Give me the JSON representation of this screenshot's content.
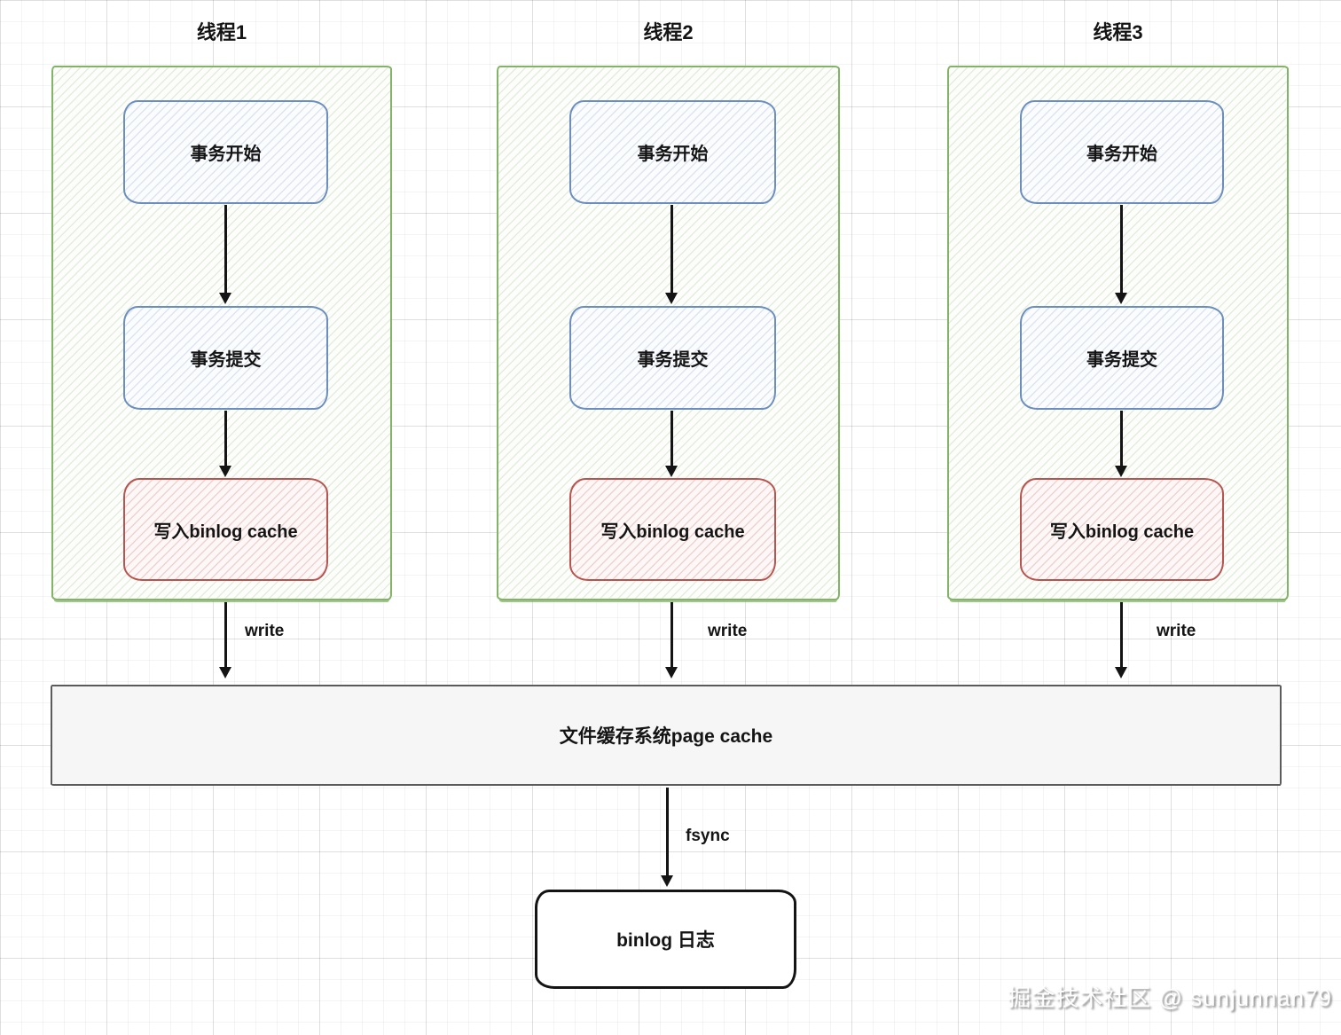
{
  "threads": [
    {
      "title": "线程1",
      "nodes": [
        {
          "label": "事务开始"
        },
        {
          "label": "事务提交"
        },
        {
          "label": "写入binlog cache"
        }
      ],
      "arrow_label": "write"
    },
    {
      "title": "线程2",
      "nodes": [
        {
          "label": "事务开始"
        },
        {
          "label": "事务提交"
        },
        {
          "label": "写入binlog cache"
        }
      ],
      "arrow_label": "write"
    },
    {
      "title": "线程3",
      "nodes": [
        {
          "label": "事务开始"
        },
        {
          "label": "事务提交"
        },
        {
          "label": "写入binlog cache"
        }
      ],
      "arrow_label": "write"
    }
  ],
  "page_cache_label": "文件缓存系统page cache",
  "fsync_label": "fsync",
  "binlog_label": "binlog 日志",
  "watermark": "掘金技术社区 @ sunjunnan79",
  "colors": {
    "container_border": "#82b366",
    "node_blue_border": "#6c8ebf",
    "node_red_border": "#b85450",
    "page_cache_border": "#5b5b5b",
    "binlog_border": "#141414",
    "arrow": "#141414"
  }
}
